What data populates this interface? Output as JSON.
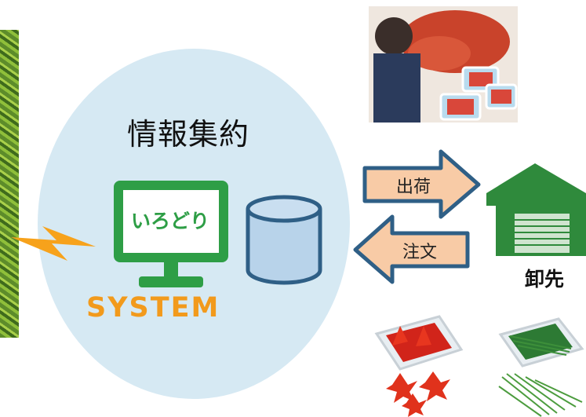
{
  "diagram": {
    "title": "情報集約",
    "system_name": "いろどり",
    "system_label": "SYSTEM",
    "arrow_ship": "出荷",
    "arrow_order": "注文",
    "wholesaler": "卸先"
  },
  "colors": {
    "ellipse": "#d6e9f3",
    "monitor_green": "#2e9e46",
    "system_orange": "#f29a1c",
    "arrow_fill": "#f8cba6",
    "arrow_stroke": "#2f5f86",
    "db_fill": "#b8d3ea",
    "warehouse_green": "#2f8a3c"
  },
  "icons": [
    "lightning-icon",
    "monitor-icon",
    "database-icon",
    "warehouse-icon",
    "maple-leaf-icon",
    "pine-needle-icon"
  ]
}
